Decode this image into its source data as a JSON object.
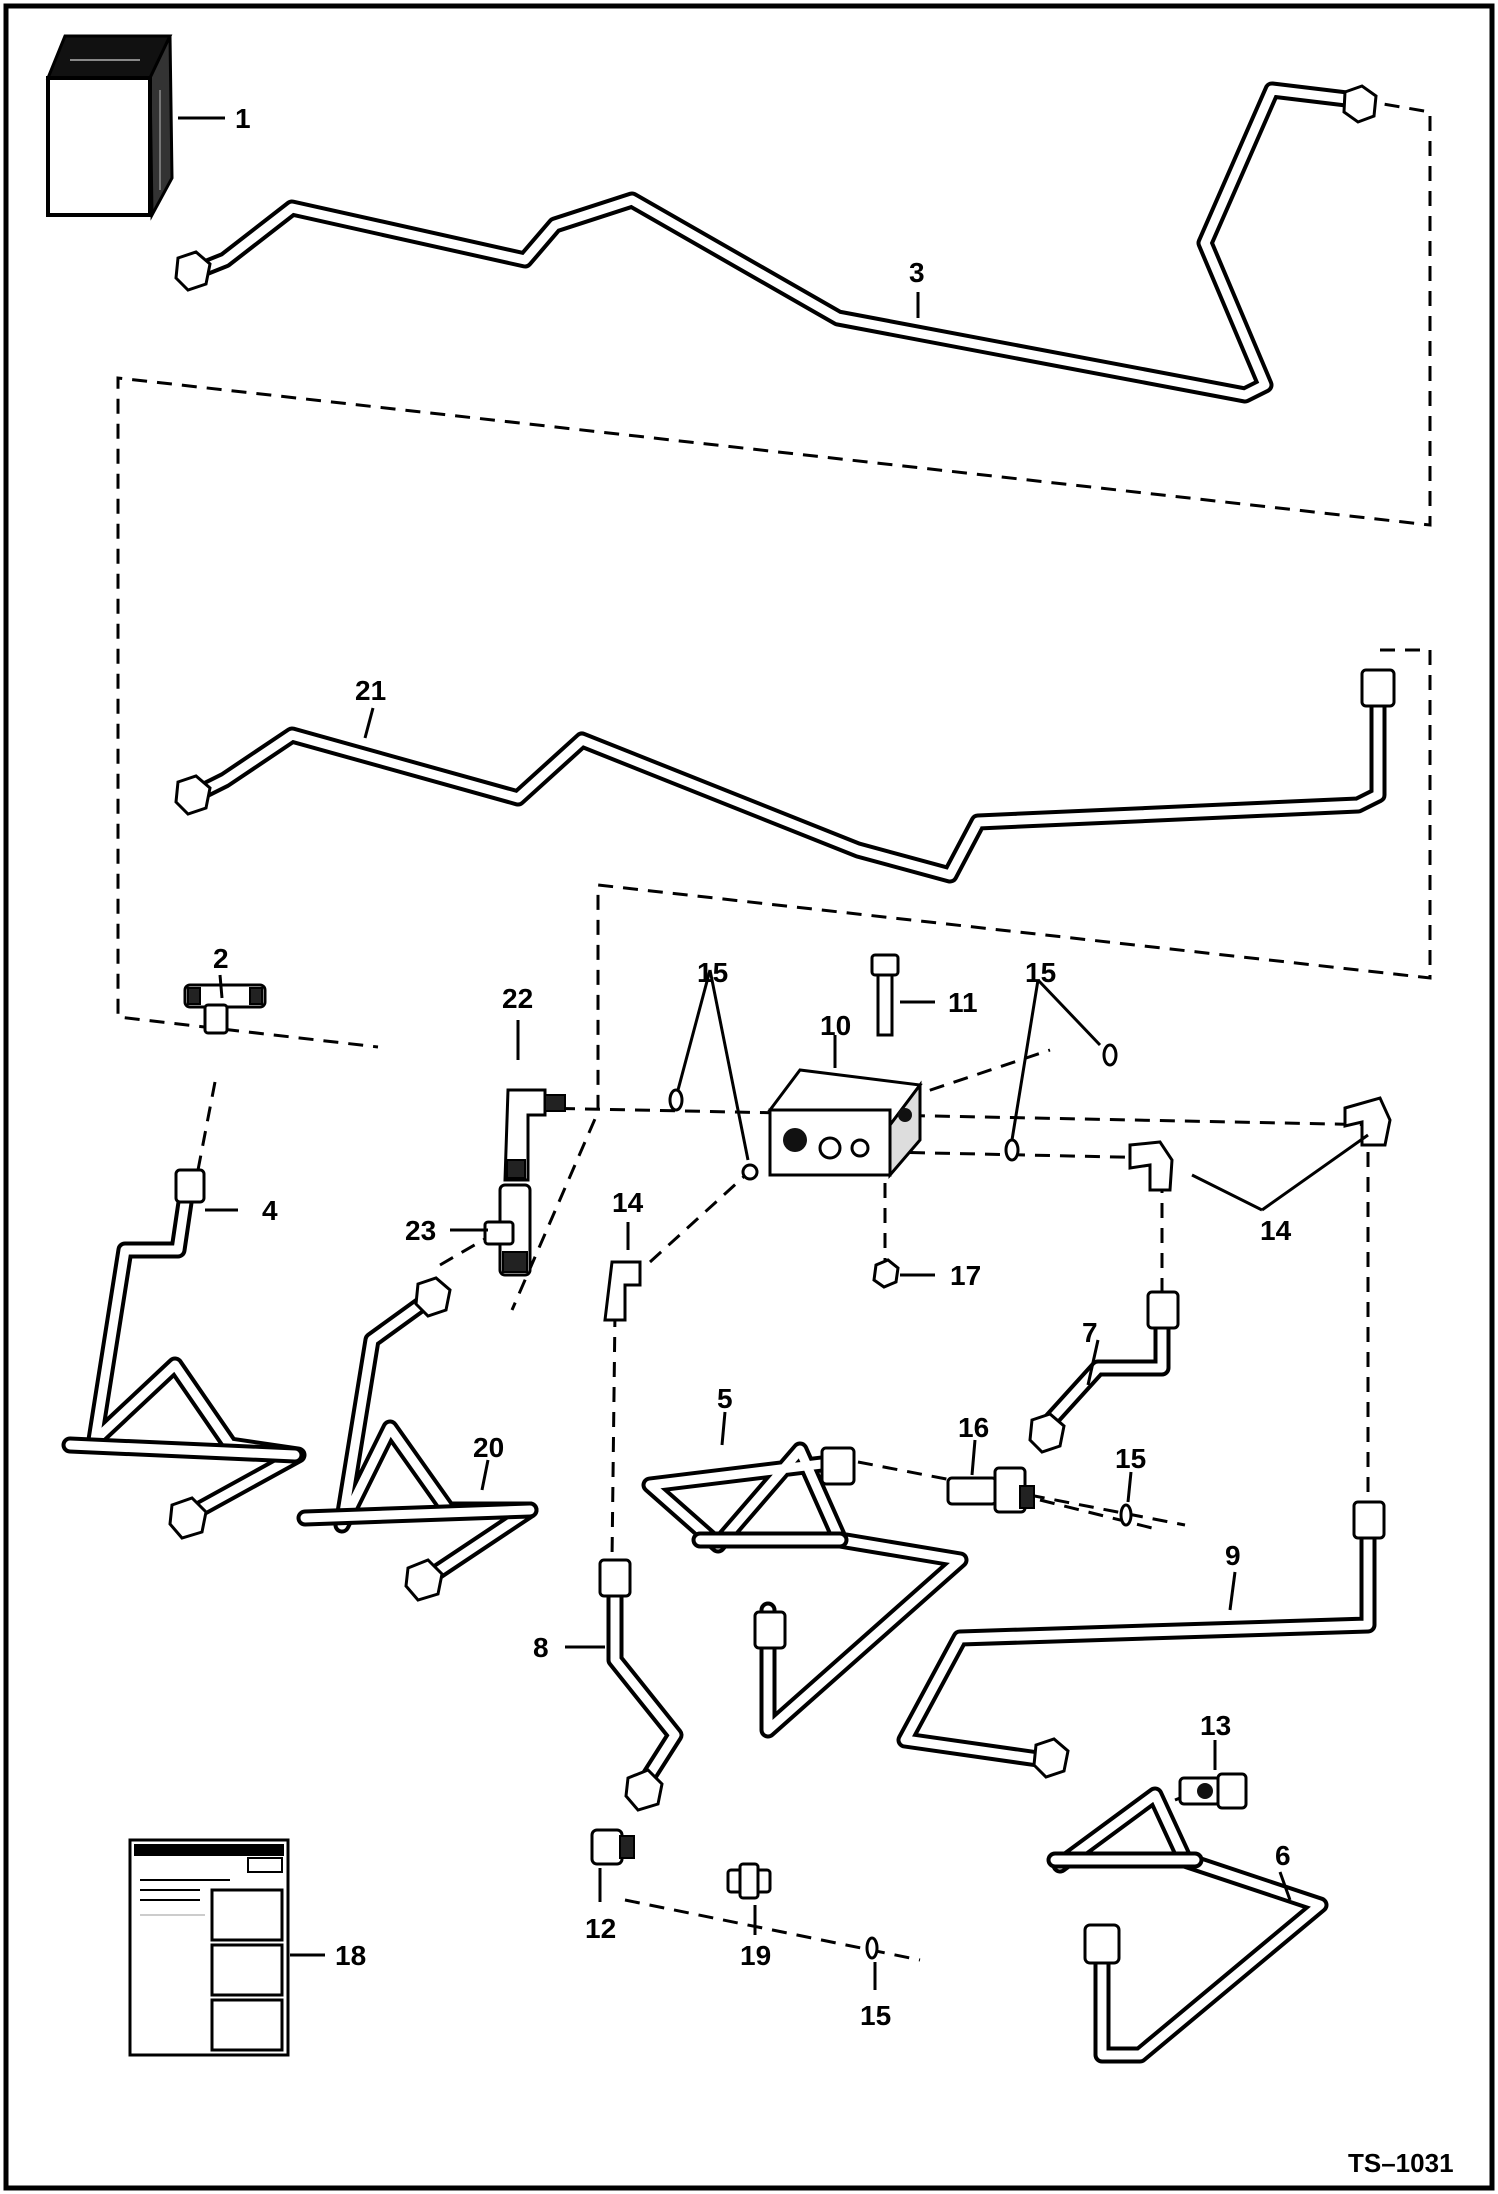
{
  "labels": {
    "l1": "1",
    "l2": "2",
    "l3": "3",
    "l4": "4",
    "l5": "5",
    "l6": "6",
    "l7": "7",
    "l8": "8",
    "l9": "9",
    "l10": "10",
    "l11": "11",
    "l12": "12",
    "l13": "13",
    "l14": "14",
    "l15": "15",
    "l16": "16",
    "l17": "17",
    "l18": "18",
    "l19": "19",
    "l20": "20",
    "l21": "21",
    "l22": "22",
    "l23": "23"
  },
  "figure_ref": "TS–1031"
}
